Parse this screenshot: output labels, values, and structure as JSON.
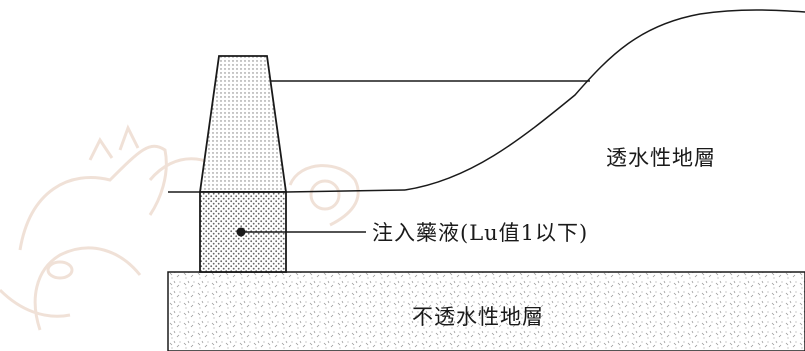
{
  "labels": {
    "permeable_layer": "透水性地層",
    "grout_injection": "注入藥液(Lu值1以下)",
    "impermeable_layer": "不透水性地層"
  },
  "colors": {
    "line": "#1a1a1a",
    "dam_fill": "#d9d9d9",
    "grout_fill": "#e6e6e6",
    "impermeable_fill": "#f2f2f2",
    "watermark": "#e8d8cc"
  },
  "elements": {
    "dam_body": "dam",
    "grout_curtain": "grout-zone",
    "watermark": "horse-and-basket-illustration"
  }
}
